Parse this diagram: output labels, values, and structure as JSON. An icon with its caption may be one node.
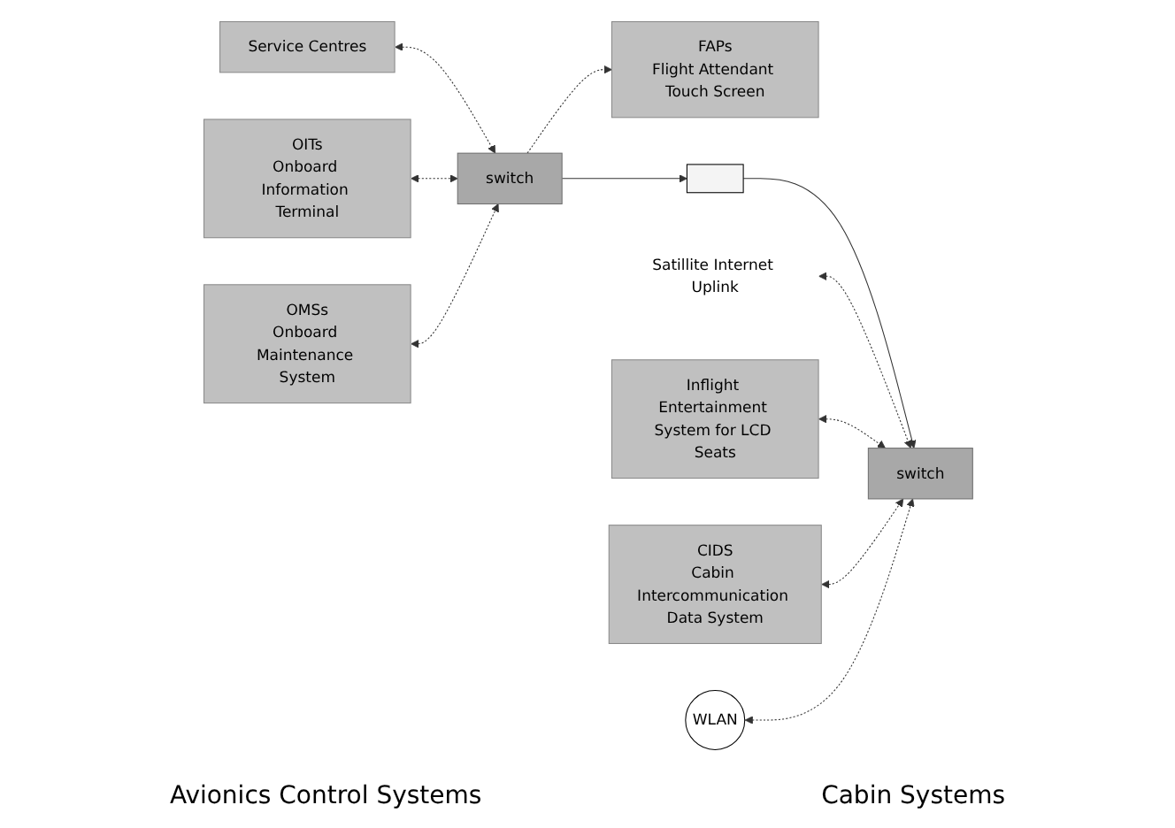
{
  "diagram": {
    "nodes": [
      {
        "text": [
          "Service Centres"
        ]
      },
      {
        "text": [
          "OITs",
          "Onboard Information Terminal"
        ]
      },
      {
        "text": [
          "switch"
        ]
      },
      {
        "text": [
          "OMSs",
          "Onboard Maintenance System"
        ]
      },
      {
        "text": [
          "FAPs",
          "Flight Attendant Touch Screen"
        ]
      },
      {
        "text": [],
        "shape": "box"
      },
      {
        "text": [
          "switch"
        ]
      },
      {
        "text": [
          "Satillite Internet Uplink"
        ]
      },
      {
        "text": [
          "Inflight Entertainment System for LCD Seats"
        ]
      },
      {
        "text": [
          "CIDS",
          "Cabin Intercommunication Data System"
        ]
      },
      {
        "text": [
          "WLAN"
        ]
      }
    ],
    "edges": [
      {
        "from": 0,
        "to": 2,
        "arrow": "both",
        "style": "dashed"
      },
      {
        "from": 1,
        "to": 2,
        "arrow": "both",
        "style": "dashed"
      },
      {
        "from": 3,
        "to": 2,
        "arrow": "both",
        "style": "dashed"
      },
      {
        "from": 2,
        "to": 4,
        "arrow": "to",
        "style": "dashed"
      },
      {
        "from": 2,
        "to": 5,
        "arrow": "to"
      },
      {
        "from": 5,
        "to": 6,
        "arrow": "to"
      },
      {
        "from": 7,
        "to": 6,
        "arrow": "both",
        "style": "dashed"
      },
      {
        "from": 8,
        "to": 6,
        "arrow": "both",
        "style": "dashed"
      },
      {
        "from": 9,
        "to": 6,
        "arrow": "both",
        "style": "dashed"
      },
      {
        "from": 10,
        "to": 6,
        "arrow": "both",
        "style": "dashed"
      }
    ],
    "labels": [
      "Avionics Control Systems",
      "Cabin Systems"
    ]
  }
}
